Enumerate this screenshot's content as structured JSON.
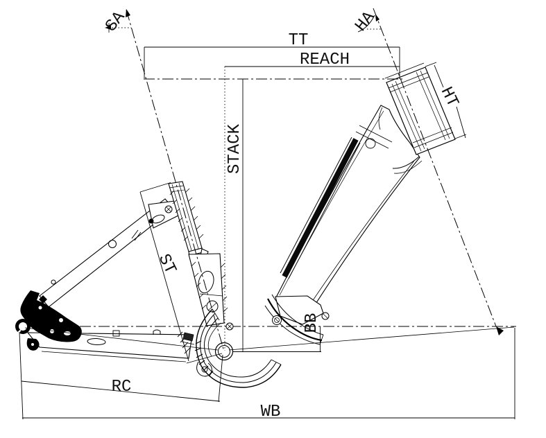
{
  "dimensions": {
    "seat_angle": {
      "label": "SA"
    },
    "head_angle": {
      "label": "HA"
    },
    "top_tube": {
      "label": "TT"
    },
    "reach": {
      "label": "REACH"
    },
    "stack": {
      "label": "STACK"
    },
    "head_tube": {
      "label": "HT"
    },
    "seat_tube": {
      "label": "ST"
    },
    "bottom_bracket_drop": {
      "label": "BB"
    },
    "rear_center": {
      "label": "RC"
    },
    "wheelbase": {
      "label": "WB"
    }
  },
  "colors": {
    "ink": "#000000",
    "paper": "#ffffff"
  }
}
